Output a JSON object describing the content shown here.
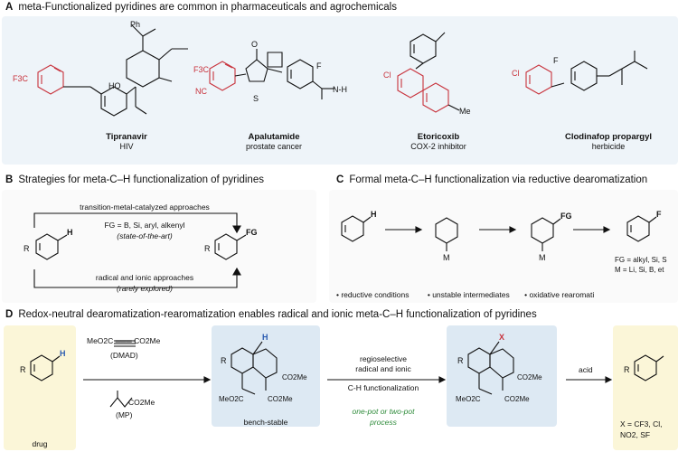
{
  "section_a": {
    "letter": "A",
    "title": "meta-Functionalized pyridines are common in pharmaceuticals and agrochemicals",
    "molecules": [
      {
        "name": "Tipranavir",
        "use": "HIV"
      },
      {
        "name": "Apalutamide",
        "use": "prostate cancer"
      },
      {
        "name": "Etoricoxib",
        "use": "COX-2 inhibitor"
      },
      {
        "name": "Clodinafop propargyl",
        "use": "herbicide"
      }
    ],
    "labels": {
      "cf3": "F3C",
      "cf3b": "F3C",
      "cl1": "Cl",
      "cl2": "Cl",
      "ph": "Ph",
      "nc": "NC",
      "me": "Me",
      "f1": "F",
      "f2": "F",
      "ho": "HO",
      "nh": "N-H",
      "s": "S",
      "o": "O"
    }
  },
  "section_b": {
    "letter": "B",
    "title": "Strategies for meta-C–H functionalization of pyridines",
    "top_label": "transition-metal-catalyzed approaches",
    "fg_line": "FG = B, Si, aryl, alkenyl",
    "state": "(state-of-the-art)",
    "bottom_label": "radical and ionic approaches",
    "rarely": "(rarely explored)",
    "r": "R",
    "h": "H",
    "fg": "FG"
  },
  "section_c": {
    "letter": "C",
    "title": "Formal meta-C–H functionalization via reductive dearomatization",
    "h": "H",
    "m1": "M",
    "m2": "M",
    "fg1": "FG",
    "fg2": "F",
    "fg_note": "FG = alkyl, Si, S",
    "m_note": "M = Li, Si, B, et",
    "bullets": [
      "reductive conditions",
      "unstable intermediates",
      "oxidative rearomati"
    ]
  },
  "section_d": {
    "letter": "D",
    "title": "Redox-neutral dearomatization-rearomatization enables radical and ionic meta-C–H functionalization of pyridines",
    "drug": "drug",
    "r1": "R",
    "h1": "H",
    "dmad_top": "MeO2C ═══ CO2Me",
    "dmad": "(DMAD)",
    "mp_ester": "CO2Me",
    "mp": "(MP)",
    "bench": "bench-stable",
    "h2": "H",
    "r2": "R",
    "co2me_a": "CO2Me",
    "meo2c_a": "MeO2C",
    "step_1": "regioselective",
    "step_2": "radical and ionic",
    "step_3": "C-H functionalization",
    "pot_1": "one-pot or two-pot",
    "pot_2": "process",
    "x": "X",
    "r3": "R",
    "co2me_b": "CO2Me",
    "meo2c_b": "MeO2C",
    "acid": "acid",
    "r4": "R",
    "x_note_1": "X = CF3, Cl,",
    "x_note_2": "NO2, SF"
  },
  "colors": {
    "accent_red": "#c8323c",
    "panel_blue": "#dde9f3",
    "panel_yellow": "#fbf6d8",
    "green": "#2e8b3a"
  }
}
